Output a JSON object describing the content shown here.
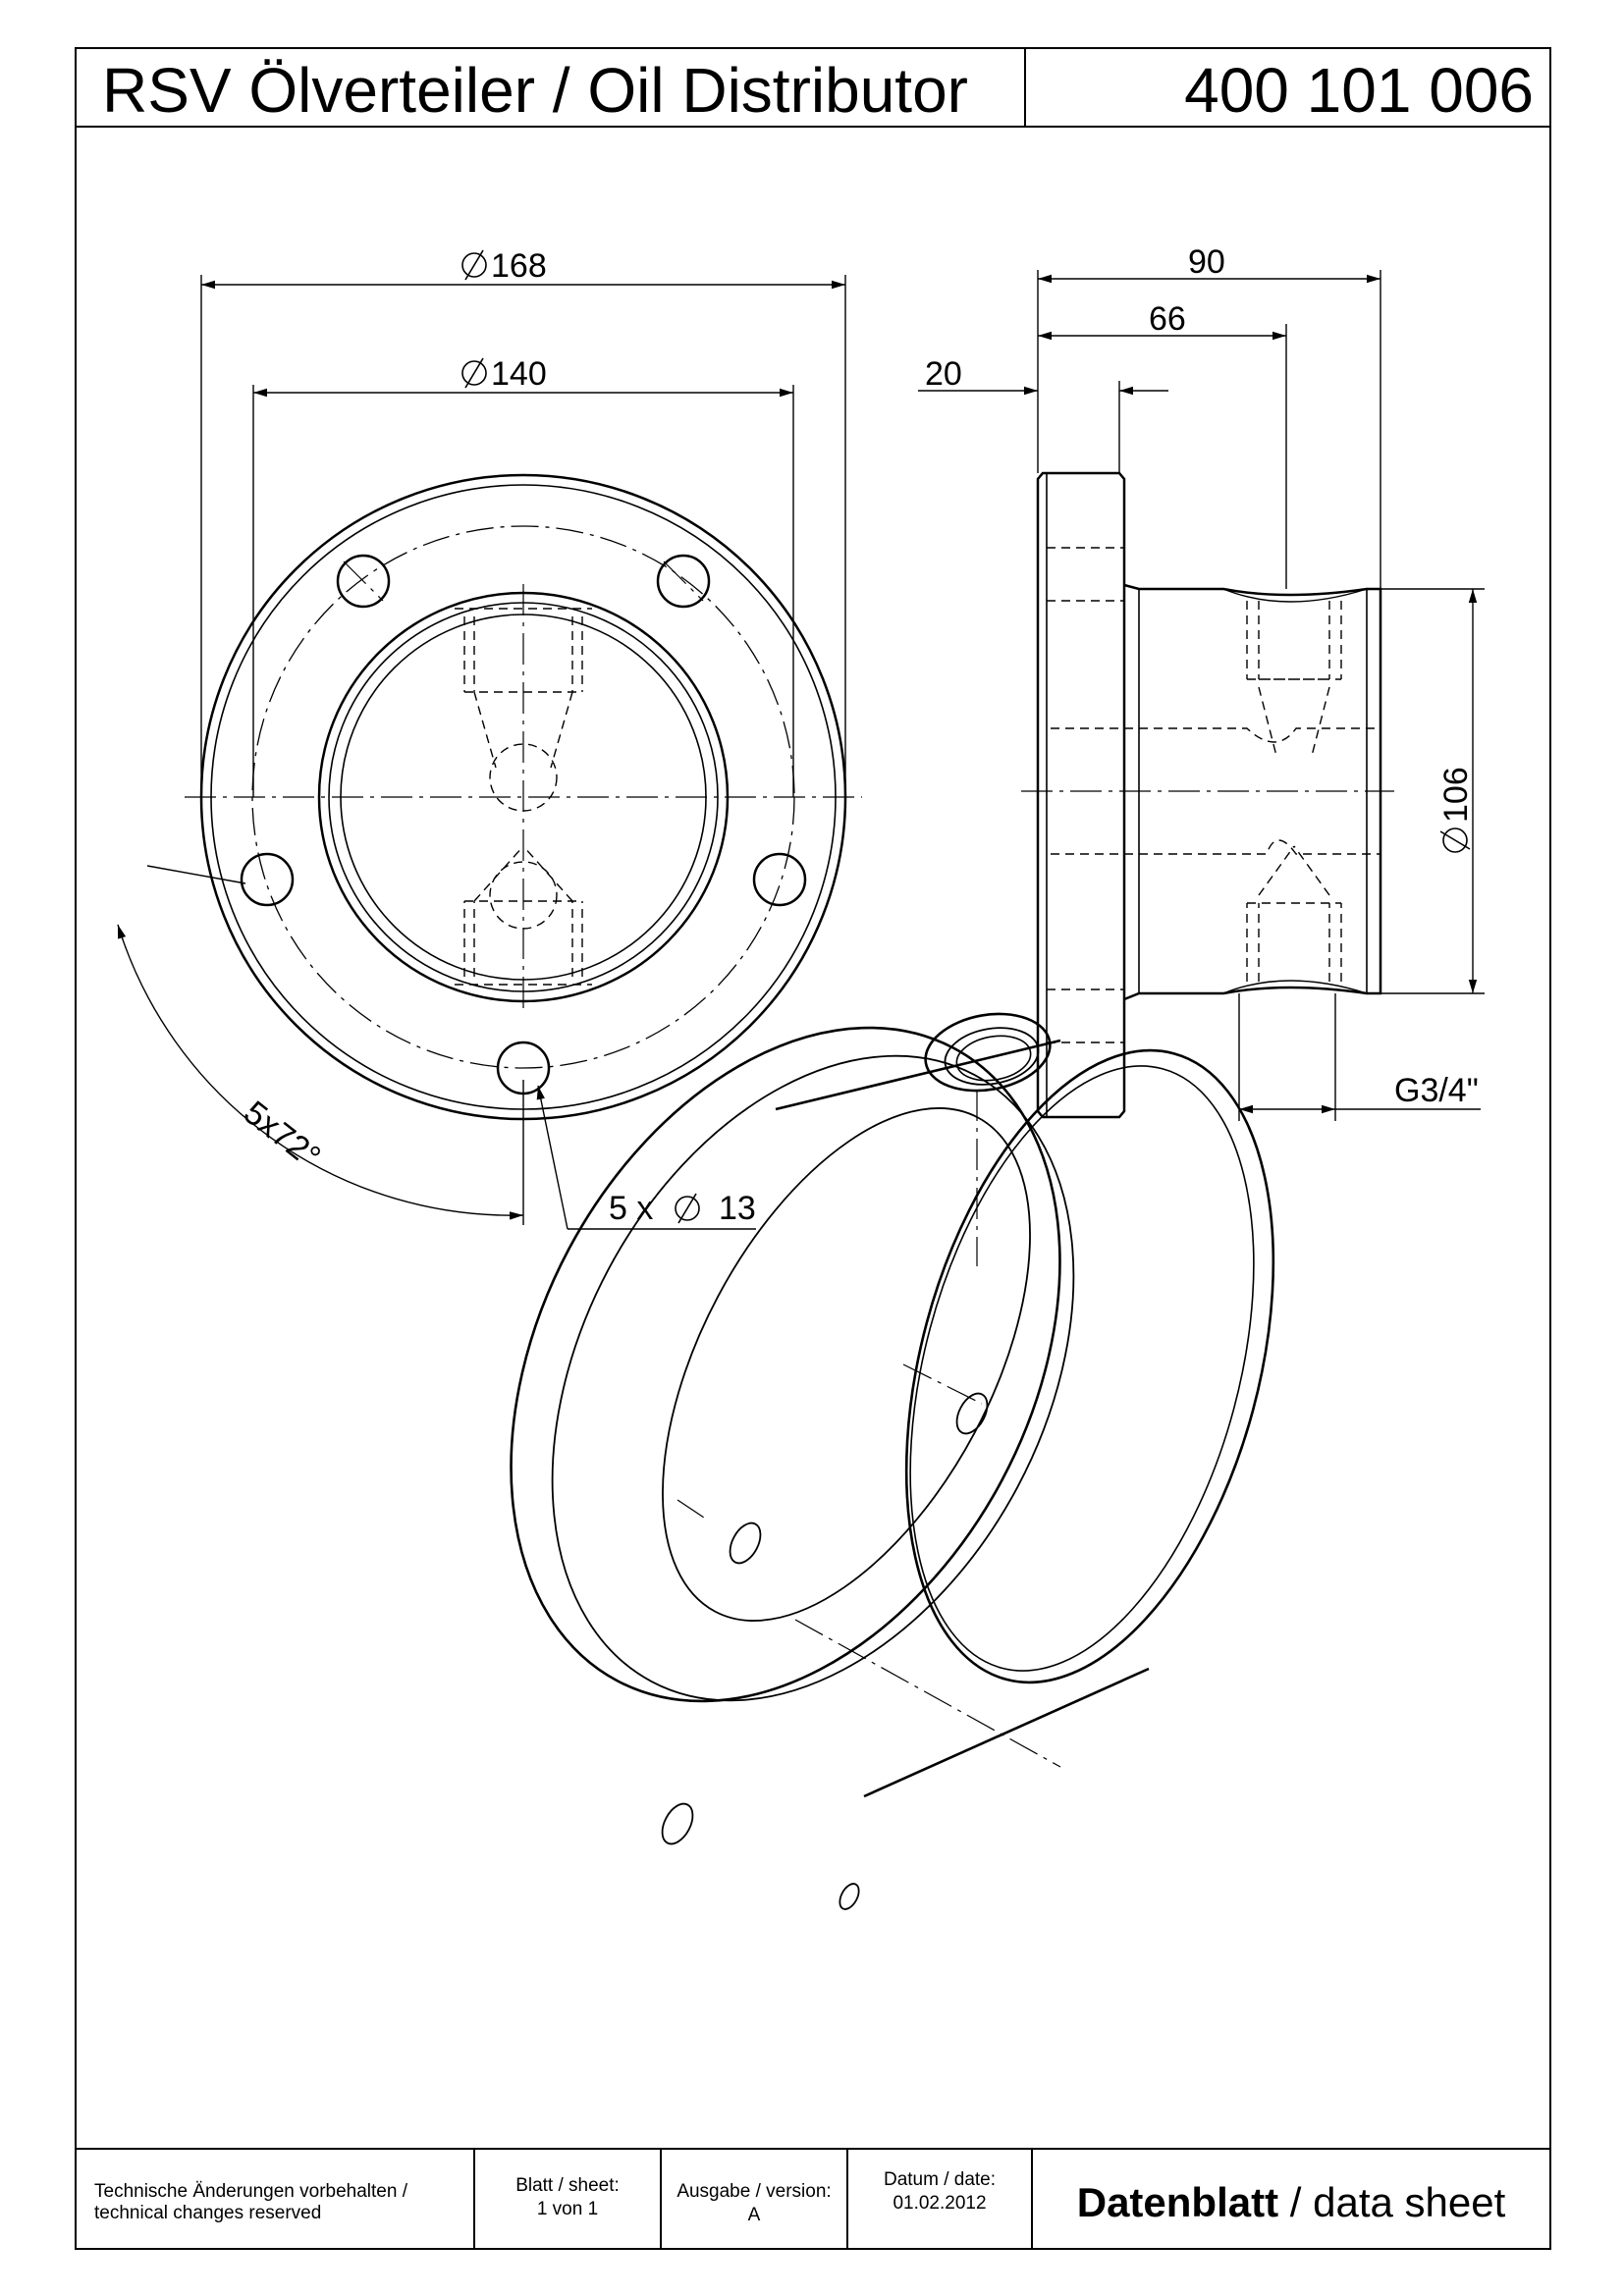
{
  "header": {
    "title": "RSV Ölverteiler / Oil Distributor",
    "part_number": "400 101 006"
  },
  "dimensions": {
    "outer_diameter": "168",
    "bolt_circle_diameter": "140",
    "length_total": "90",
    "length_body": "66",
    "flange_thickness": "20",
    "body_diameter": "106",
    "thread": "G3/4\"",
    "hole_pattern": "5x72°",
    "holes": "5 x",
    "hole_diameter": "13"
  },
  "footer": {
    "notice_line1": "Technische Änderungen vorbehalten /",
    "notice_line2": "technical changes reserved",
    "sheet_label": "Blatt / sheet:",
    "sheet_value": "1 von 1",
    "version_label": "Ausgabe / version:",
    "version_value": "A",
    "date_label": "Datum / date:",
    "date_value": "01.02.2012",
    "doctype_bold": "Datenblatt",
    "doctype_rest": " / data sheet"
  }
}
